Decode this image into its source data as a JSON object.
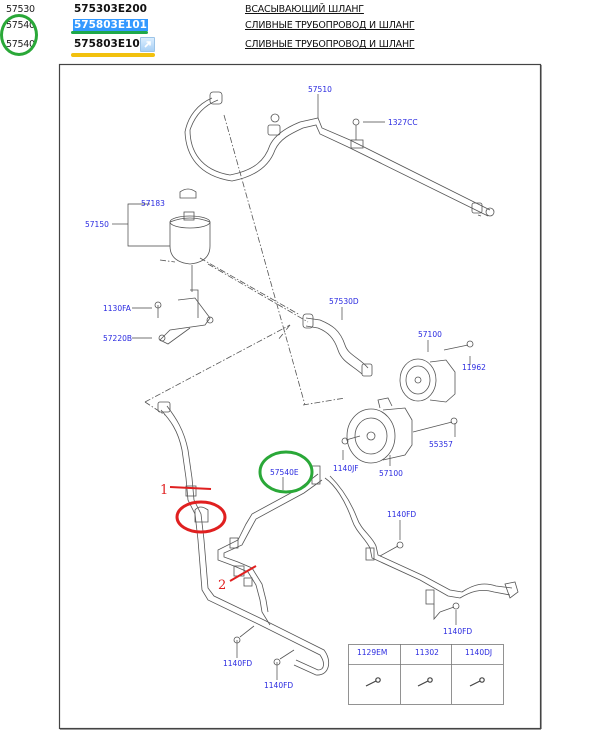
{
  "parts_list": [
    {
      "code": "57530",
      "part_number": "575303E200",
      "description": "ВСАСЫВАЮЩИЙ ШЛАНГ",
      "selected": false
    },
    {
      "code": "57540",
      "part_number": "575803E101",
      "description": "СЛИВНЫЕ ТРУБОПРОВОД И ШЛАНГ",
      "selected": true
    },
    {
      "code": "57540",
      "part_number": "575803E100",
      "description": "СЛИВНЫЕ ТРУБОПРОВОД И ШЛАНГ",
      "selected": false,
      "has_link_icon": true
    }
  ],
  "highlight_colors": {
    "green": "#1ea84a",
    "yellow": "#f2c10e",
    "red": "#e02020",
    "label_blue": "#2a2ae0",
    "selection": "#3399ff"
  },
  "diagram": {
    "labels": {
      "l57510": "57510",
      "l1327CC": "1327CC",
      "l57183": "57183",
      "l57150": "57150",
      "l1130FA": "1130FA",
      "l57220B": "57220B",
      "l57530D": "57530D",
      "l57100a": "57100",
      "l11962": "11962",
      "l55357": "55357",
      "l1140JF": "1140JF",
      "l57100b": "57100",
      "l57540E": "57540E",
      "l1140FD_a": "1140FD",
      "l1140FD_b": "1140FD",
      "l1140FD_c": "1140FD",
      "l1140FD_d": "1140FD"
    },
    "fastener_table": {
      "headers": [
        "1129EM",
        "11302",
        "1140DJ"
      ]
    },
    "annotations": {
      "mark1": "1",
      "mark2": "2"
    }
  }
}
